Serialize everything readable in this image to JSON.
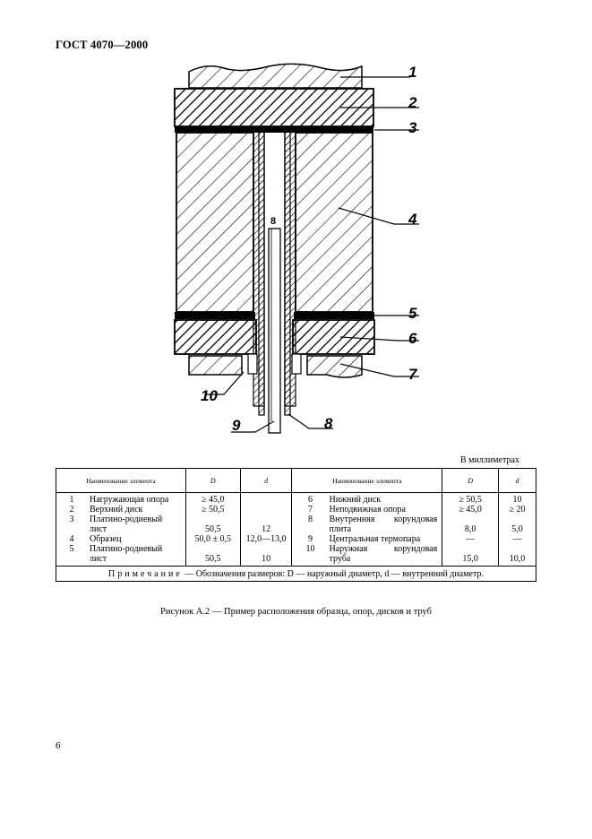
{
  "header": {
    "title": "ГОСТ 4070—2000"
  },
  "drawing": {
    "callouts": [
      "1",
      "2",
      "3",
      "4",
      "5",
      "6",
      "7",
      "10",
      "9",
      "8"
    ],
    "inner_label": "8"
  },
  "units_label": "В миллиметрах",
  "table": {
    "headers": {
      "name_left": "Наименование элемента",
      "D_left": "D",
      "d_left": "d",
      "name_right": "Наименование элемента",
      "D_right": "D",
      "d_right": "d"
    },
    "left": {
      "nums": [
        "1",
        "2",
        "3",
        "",
        "4",
        "5",
        ""
      ],
      "names": [
        "Нагружающая опора",
        "Верхний диск",
        "Платино-родиевый",
        "лист",
        "Образец",
        "Платино-родиевый",
        "лист"
      ],
      "D": [
        "≥ 45,0",
        "≥ 50,5",
        "",
        "50,5",
        "50,0 ± 0,5",
        "",
        "50,5"
      ],
      "d": [
        "",
        "",
        "",
        "12",
        "12,0—13,0",
        "",
        "10"
      ]
    },
    "right": {
      "nums": [
        "6",
        "7",
        "8",
        "",
        "9",
        "10",
        ""
      ],
      "names": [
        "Нижний диск",
        "Неподвижная опора",
        "Внутренняя корундовая",
        "плита",
        "Центральная термопара",
        "Наружная корундовая",
        "труба"
      ],
      "D": [
        "≥ 50,5",
        "≥ 45,0",
        "",
        "8,0",
        "—",
        "",
        "15,0"
      ],
      "d": [
        "10",
        "≥ 20",
        "",
        "5,0",
        "—",
        "",
        "10,0"
      ]
    },
    "note": {
      "label": "Примечание",
      "text": " — Обозначения размеров: D — наружный диаметр, d — внутренний диаметр."
    }
  },
  "caption": "Рисунок А.2 — Пример расположения образца, опор, дисков и труб",
  "page_number": "6"
}
